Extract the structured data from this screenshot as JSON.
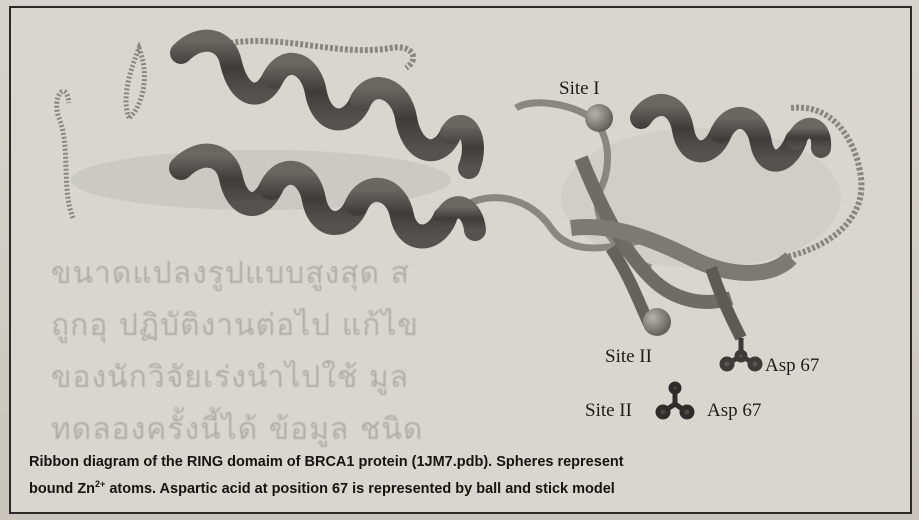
{
  "labels": {
    "site1": "Site I",
    "site2_figure": "Site II",
    "asp_figure": "Asp 67",
    "site2_legend": "Site II",
    "asp_legend": "Asp 67"
  },
  "caption": {
    "line1": "Ribbon diagram of the RING domaim of BRCA1 protein (1JM7.pdb). Spheres represent",
    "line2_pre": "bound Zn",
    "line2_sup": "2+",
    "line2_post": " atoms. Aspartic acid at position 67 is represented by ball and stick model"
  },
  "colors": {
    "helix": "#4a4745",
    "coil": "#8a8780",
    "sheet": "#6f6c68",
    "sphere": "#777470",
    "frame": "#2b2a28"
  }
}
